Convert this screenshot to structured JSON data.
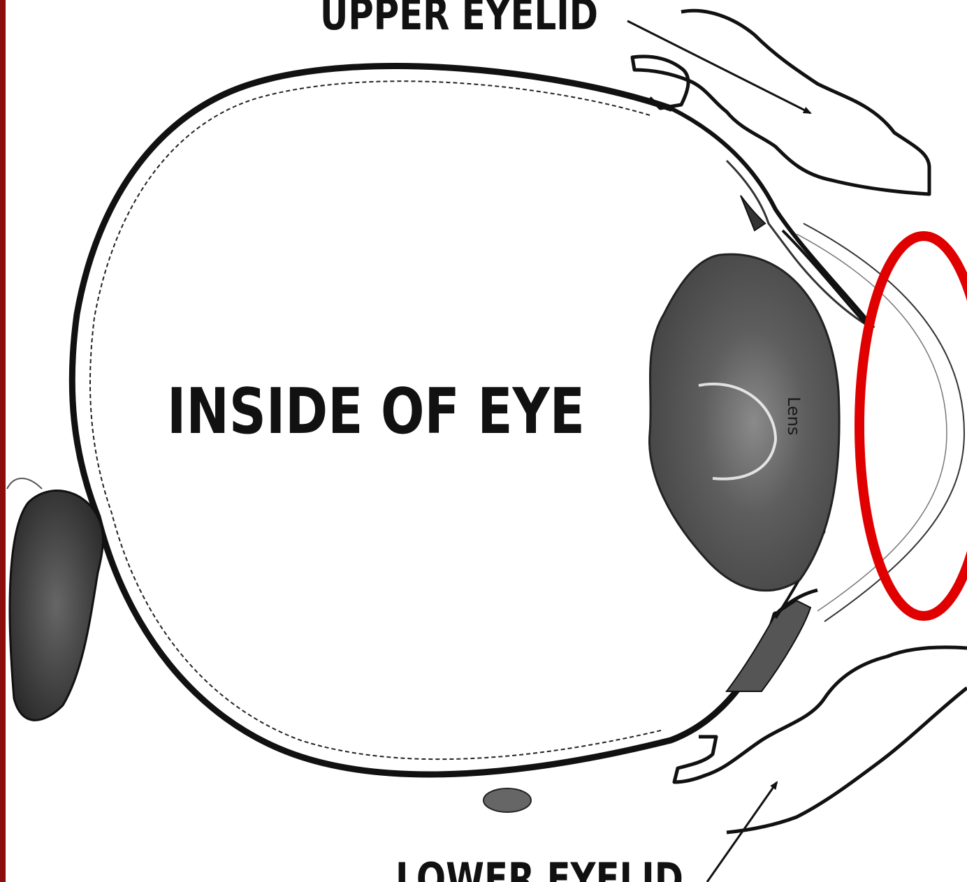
{
  "labels": {
    "upper_eyelid": "UPPER EYELID",
    "lower_eyelid": "LOWER EYELID",
    "inside_of_eye": "INSIDE OF EYE",
    "lens": "Lens"
  },
  "colors": {
    "highlight": "#e00000",
    "left_bar": "#8b0d0d",
    "ink": "#111111",
    "lens_fill": "#5a5a5a",
    "lens_core": "#7a7a7a",
    "optic_nerve": "#3c3c3c"
  }
}
